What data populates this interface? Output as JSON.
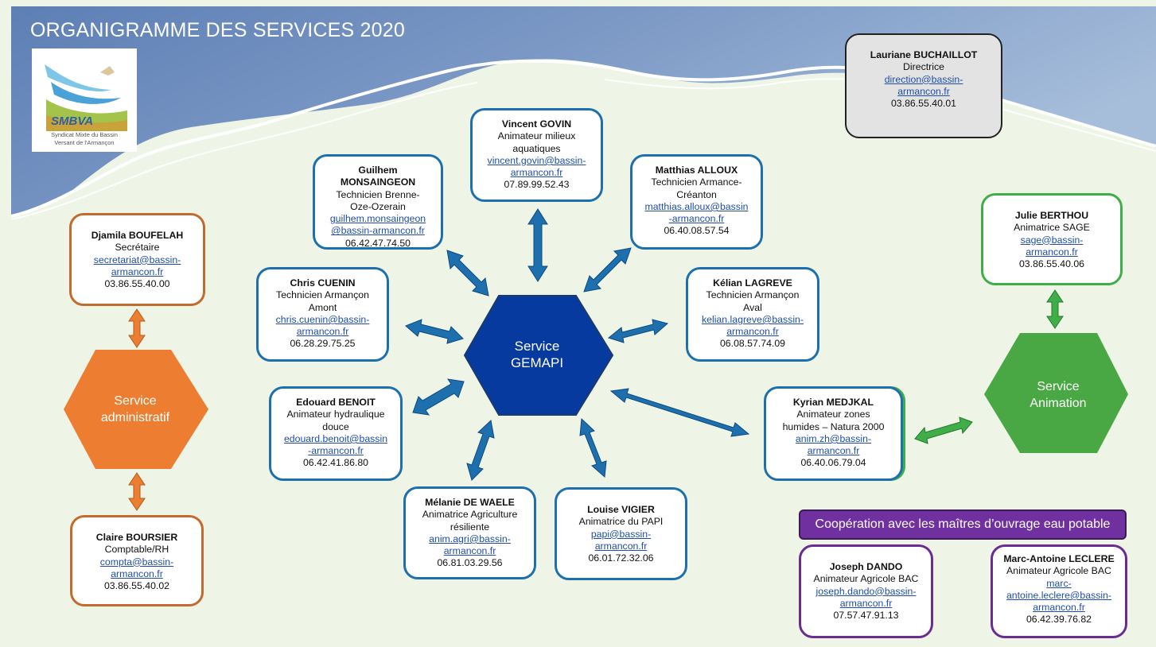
{
  "title": "ORGANIGRAMME DES SERVICES 2020",
  "logo": {
    "text": "SMBVA",
    "subtitle_line1": "Syndicat Mixte du Bassin",
    "subtitle_line2": "Versant de l'Armançon"
  },
  "colors": {
    "gemapi": "#063a9e",
    "administratif": "#ed7d31",
    "animation": "#4aa844",
    "coop": "#7030a0",
    "arrow_blue": "#1d6fad",
    "arrow_orange": "#ed7d31",
    "arrow_green": "#3fae49"
  },
  "hexagons": {
    "gemapi": {
      "line1": "Service",
      "line2": "GEMAPI"
    },
    "administratif": {
      "line1": "Service",
      "line2": "administratif"
    },
    "animation": {
      "line1": "Service",
      "line2": "Animation"
    }
  },
  "director": {
    "name": "Lauriane BUCHAILLOT",
    "role": "Directrice",
    "email_line1": "direction@bassin-",
    "email_line2": "armancon.fr",
    "phone": "03.86.55.40.01"
  },
  "admin": {
    "boufelah": {
      "name": "Djamila BOUFELAH",
      "role": "Secrétaire",
      "email_line1": "secretariat@bassin-",
      "email_line2": "armancon.fr",
      "phone": "03.86.55.40.00"
    },
    "boursier": {
      "name": "Claire BOURSIER",
      "role": "Comptable/RH",
      "email_line1": "compta@bassin-",
      "email_line2": "armancon.fr",
      "phone": "03.86.55.40.02"
    }
  },
  "gemapi_staff": {
    "monsaingeon": {
      "name_line1": "Guilhem",
      "name_line2": "MONSAINGEON",
      "role_line1": "Technicien Brenne-",
      "role_line2": "Oze-Ozerain",
      "email_line1": "guilhem.monsaingeon",
      "email_line2": "@bassin-armancon.fr",
      "phone": "06.42.47.74.50"
    },
    "govin": {
      "name": "Vincent GOVIN",
      "role_line1": "Animateur milieux",
      "role_line2": "aquatiques",
      "email_line1": "vincent.govin@bassin-",
      "email_line2": "armancon.fr",
      "phone": "07.89.99.52.43"
    },
    "alloux": {
      "name": "Matthias ALLOUX",
      "role_line1": "Technicien Armance-",
      "role_line2": "Créanton",
      "email_line1": "matthias.alloux@bassin",
      "email_line2": "-armancon.fr",
      "phone": "06.40.08.57.54"
    },
    "cuenin": {
      "name": "Chris CUENIN",
      "role_line1": "Technicien Armançon",
      "role_line2": "Amont",
      "email_line1": "chris.cuenin@bassin-",
      "email_line2": "armancon.fr",
      "phone": "06.28.29.75.25"
    },
    "lagreve": {
      "name": "Kélian LAGREVE",
      "role_line1": "Technicien Armançon",
      "role_line2": "Aval",
      "email_line1": "kelian.lagreve@bassin-",
      "email_line2": "armancon.fr",
      "phone": "06.08.57.74.09"
    },
    "benoit": {
      "name": "Edouard BENOIT",
      "role_line1": "Animateur hydraulique",
      "role_line2": "douce",
      "email_line1": "edouard.benoit@bassin",
      "email_line2": "-armancon.fr",
      "phone": "06.42.41.86.80"
    },
    "dewaele": {
      "name": "Mélanie DE WAELE",
      "role_line1": "Animatrice Agriculture",
      "role_line2": "résiliente",
      "email_line1": "anim.agri@bassin-",
      "email_line2": "armancon.fr",
      "phone": "06.81.03.29.56"
    },
    "vigier": {
      "name": "Louise VIGIER",
      "role_line1": "Animatrice du PAPI",
      "email_line1": "papi@bassin-",
      "email_line2": "armancon.fr",
      "phone": "06.01.72.32.06"
    },
    "medjkal": {
      "name": "Kyrian MEDJKAL",
      "role_line1": "Animateur zones",
      "role_line2": "humides – Natura 2000",
      "email_line1": "anim.zh@bassin-",
      "email_line2": "armancon.fr",
      "phone": "06.40.06.79.04"
    }
  },
  "animation_staff": {
    "berthou": {
      "name": "Julie BERTHOU",
      "role": "Animatrice SAGE",
      "email_line1": "sage@bassin-",
      "email_line2": "armancon.fr",
      "phone": "03.86.55.40.06"
    }
  },
  "cooperation": {
    "banner": "Coopération avec les maîtres d’ouvrage eau potable",
    "dando": {
      "name": "Joseph DANDO",
      "role": "Animateur Agricole BAC",
      "email_line1": "joseph.dando@bassin-",
      "email_line2": "armancon.fr",
      "phone": "07.57.47.91.13"
    },
    "leclere": {
      "name": "Marc-Antoine LECLERE",
      "role": "Animateur Agricole BAC",
      "email_line1": "marc-",
      "email_line2": "antoine.leclere@bassin-",
      "email_line3": "armancon.fr",
      "phone": "06.42.39.76.82"
    }
  }
}
